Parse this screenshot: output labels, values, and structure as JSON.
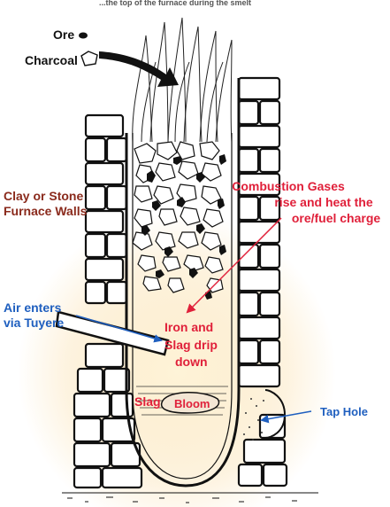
{
  "top_caption": "...the top of the furnace during the smelt",
  "labels": {
    "ore": "Ore",
    "charcoal": "Charcoal",
    "walls_line1": "Clay or Stone",
    "walls_line2": "Furnace Walls",
    "gases_line1": "Combustion Gases",
    "gases_line2": "rise and heat the",
    "gases_line3": "ore/fuel charge",
    "air_line1": "Air enters",
    "air_line2": "via Tuyere",
    "iron_line1": "Iron and",
    "iron_line2": "Slag drip",
    "iron_line3": "down",
    "slag": "Slag",
    "bloom": "Bloom",
    "tap_hole": "Tap Hole"
  },
  "colors": {
    "label_dark": "#111111",
    "label_brown": "#8a2a1c",
    "label_red": "#e0203a",
    "label_blue": "#1f5fbf",
    "arrow_red": "#e0203a",
    "arrow_blue": "#1f5fbf",
    "glow": "#f6c15c",
    "stroke": "#111111"
  },
  "icons": [
    "ore-lump-icon",
    "charcoal-lump-icon"
  ]
}
